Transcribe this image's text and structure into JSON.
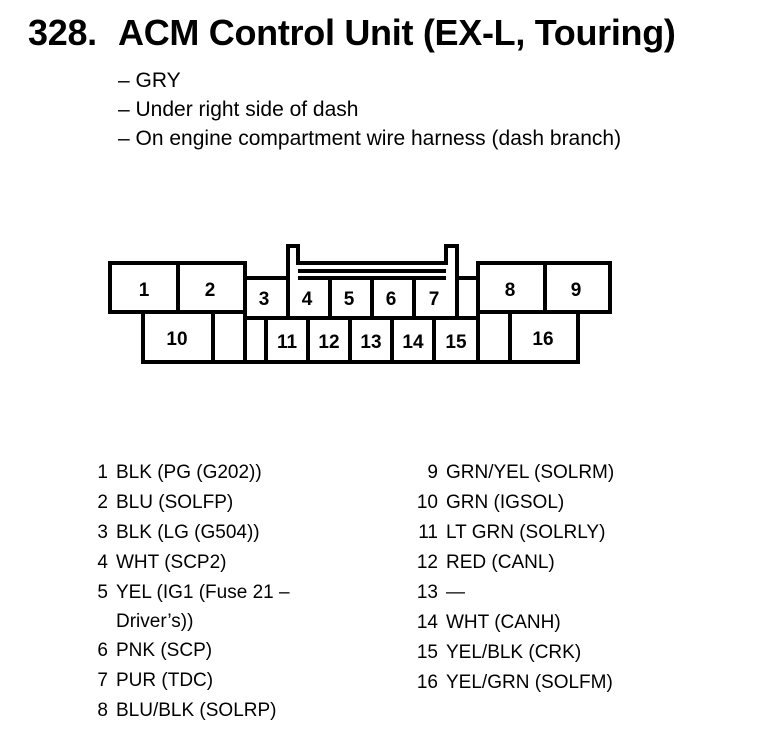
{
  "title": {
    "number": "328.",
    "text": "ACM Control Unit (EX-L, Touring)"
  },
  "details": [
    "– GRY",
    "– Under right side of dash",
    "– On engine compartment wire harness (dash branch)"
  ],
  "connector_pins": [
    "1",
    "2",
    "3",
    "4",
    "5",
    "6",
    "7",
    "8",
    "9",
    "10",
    "11",
    "12",
    "13",
    "14",
    "15",
    "16"
  ],
  "pinout_left": [
    {
      "pin": "1",
      "desc": "BLK (PG (G202))"
    },
    {
      "pin": "2",
      "desc": "BLU (SOLFP)"
    },
    {
      "pin": "3",
      "desc": "BLK (LG (G504))"
    },
    {
      "pin": "4",
      "desc": "WHT (SCP2)"
    },
    {
      "pin": "5",
      "desc": "YEL (IG1 (Fuse 21 – Driver’s))"
    },
    {
      "pin": "6",
      "desc": "PNK (SCP)"
    },
    {
      "pin": "7",
      "desc": "PUR (TDC)"
    },
    {
      "pin": "8",
      "desc": "BLU/BLK (SOLRP)"
    }
  ],
  "pinout_right": [
    {
      "pin": "9",
      "desc": "GRN/YEL (SOLRM)"
    },
    {
      "pin": "10",
      "desc": "GRN (IGSOL)"
    },
    {
      "pin": "11",
      "desc": "LT GRN (SOLRLY)"
    },
    {
      "pin": "12",
      "desc": "RED (CANL)"
    },
    {
      "pin": "13",
      "desc": "—"
    },
    {
      "pin": "14",
      "desc": "WHT (CANH)"
    },
    {
      "pin": "15",
      "desc": "YEL/BLK (CRK)"
    },
    {
      "pin": "16",
      "desc": "YEL/GRN (SOLFM)"
    }
  ]
}
